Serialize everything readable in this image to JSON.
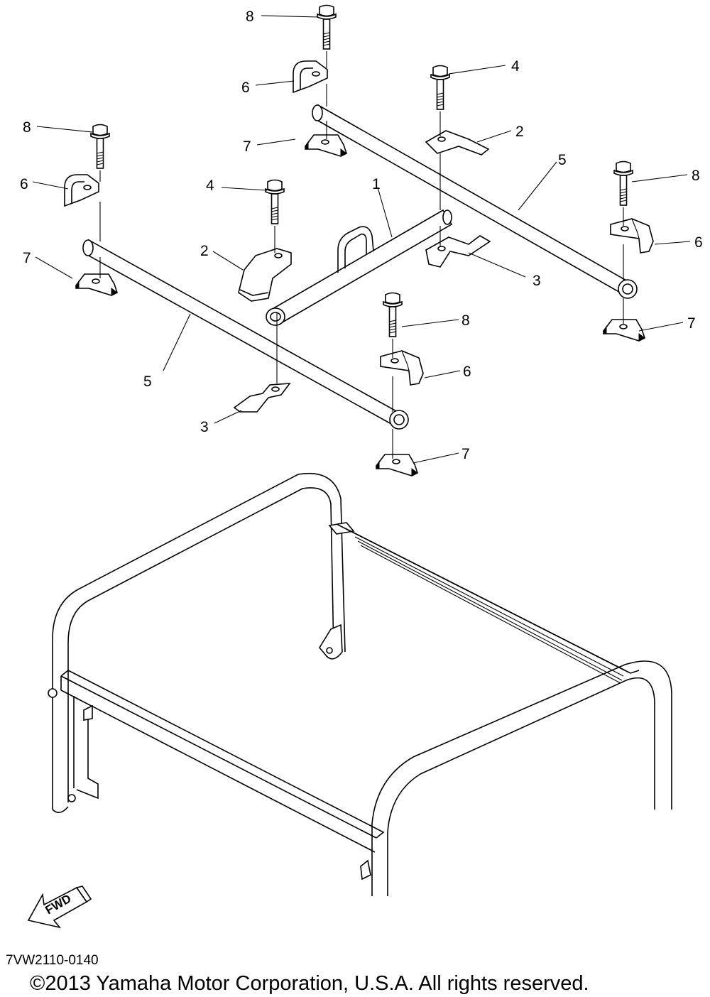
{
  "callouts": {
    "c1": "1",
    "c2a": "2",
    "c2b": "2",
    "c3a": "3",
    "c3b": "3",
    "c4a": "4",
    "c4b": "4",
    "c5a": "5",
    "c5b": "5",
    "c6a": "6",
    "c6b": "6",
    "c6c": "6",
    "c6d": "6",
    "c7a": "7",
    "c7b": "7",
    "c7c": "7",
    "c7d": "7",
    "c8a": "8",
    "c8b": "8",
    "c8c": "8",
    "c8d": "8"
  },
  "fwd_label": "FWD",
  "drawing_id": "7VW2110-0140",
  "copyright": "©2013 Yamaha Motor Corporation, U.S.A. All rights reserved."
}
